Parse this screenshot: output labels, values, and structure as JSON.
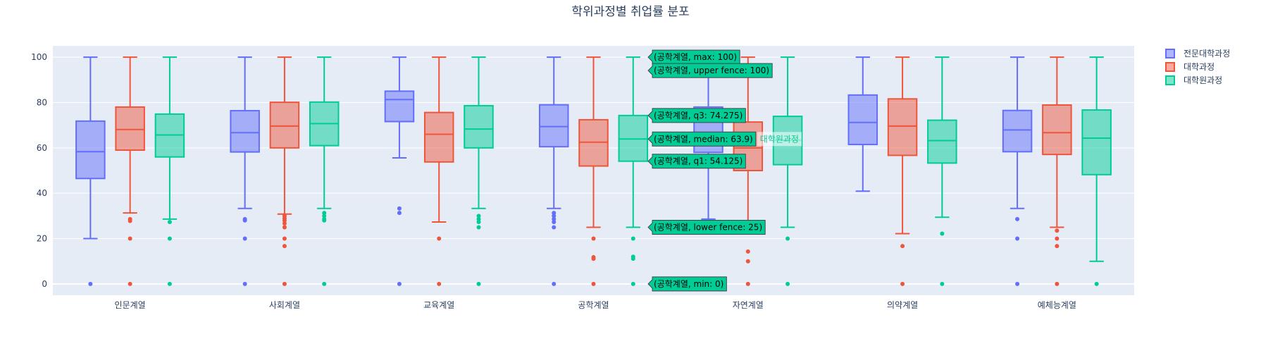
{
  "chart_data": {
    "type": "box",
    "title": "학위과정별 취업률 분포",
    "xlabel": "",
    "ylabel": "",
    "ylim": [
      -5,
      105
    ],
    "yticks": [
      0,
      20,
      40,
      60,
      80,
      100
    ],
    "grid": true,
    "legend_position": "top-right",
    "categories": [
      "인문계열",
      "사회계열",
      "교육계열",
      "공학계열",
      "자연계열",
      "의약계열",
      "예체능계열"
    ],
    "series": [
      {
        "name": "전문대학과정",
        "color": "#636efa",
        "boxes": [
          {
            "min": 20,
            "q1": 46.5,
            "median": 58.3,
            "q3": 71.8,
            "max": 100,
            "outliers": [
              0
            ]
          },
          {
            "min": 33.3,
            "q1": 58.2,
            "median": 66.7,
            "q3": 76.4,
            "max": 100,
            "outliers": [
              28.6,
              28,
              20,
              0
            ]
          },
          {
            "min": 55.6,
            "q1": 71.6,
            "median": 81.3,
            "q3": 85,
            "max": 100,
            "outliers": [
              33.3,
              31.3,
              0
            ]
          },
          {
            "min": 33.3,
            "q1": 60.5,
            "median": 69.4,
            "q3": 79,
            "max": 100,
            "outliers": [
              31.3,
              30,
              28.6,
              27.3,
              25,
              0
            ]
          },
          {
            "min": 28.6,
            "q1": 58,
            "median": 66.7,
            "q3": 78,
            "max": 100,
            "outliers": [
              0
            ]
          },
          {
            "min": 40.9,
            "q1": 61.5,
            "median": 71.2,
            "q3": 83.3,
            "max": 100,
            "outliers": []
          },
          {
            "min": 33.3,
            "q1": 58.3,
            "median": 67.9,
            "q3": 76.5,
            "max": 100,
            "outliers": [
              28.6,
              20,
              0
            ]
          }
        ]
      },
      {
        "name": "대학과정",
        "color": "#ef553b",
        "boxes": [
          {
            "min": 31.3,
            "q1": 59,
            "median": 68.1,
            "q3": 78,
            "max": 100,
            "outliers": [
              28.6,
              27.8,
              20,
              0
            ]
          },
          {
            "min": 30.8,
            "q1": 60,
            "median": 69.6,
            "q3": 80.1,
            "max": 100,
            "outliers": [
              30,
              29,
              28,
              26.7,
              25,
              20,
              16.7,
              0
            ]
          },
          {
            "min": 27.3,
            "q1": 53.8,
            "median": 66,
            "q3": 75.6,
            "max": 100,
            "outliers": [
              20,
              0
            ]
          },
          {
            "min": 25,
            "q1": 52,
            "median": 62.5,
            "q3": 72.4,
            "max": 100,
            "outliers": [
              20,
              11.8,
              11.1,
              0
            ]
          },
          {
            "min": 25,
            "q1": 50,
            "median": 60,
            "q3": 71.4,
            "max": 100,
            "outliers": [
              14.3,
              10,
              0
            ]
          },
          {
            "min": 22.2,
            "q1": 56.7,
            "median": 69.6,
            "q3": 81.6,
            "max": 100,
            "outliers": [
              16.7,
              0
            ]
          },
          {
            "min": 25,
            "q1": 57.1,
            "median": 66.7,
            "q3": 78.9,
            "max": 100,
            "outliers": [
              23.5,
              20,
              16.7,
              0
            ]
          }
        ]
      },
      {
        "name": "대학원과정",
        "color": "#00cc96",
        "boxes": [
          {
            "min": 28.6,
            "q1": 56,
            "median": 65.7,
            "q3": 74.9,
            "max": 100,
            "outliers": [
              27.3,
              20,
              0
            ]
          },
          {
            "min": 33.3,
            "q1": 61,
            "median": 70.7,
            "q3": 80.2,
            "max": 100,
            "outliers": [
              31.3,
              30,
              28.6,
              28,
              0
            ]
          },
          {
            "min": 33.3,
            "q1": 60,
            "median": 68.3,
            "q3": 78.6,
            "max": 100,
            "outliers": [
              30,
              28.6,
              27.3,
              25,
              0
            ]
          },
          {
            "min": 25,
            "q1": 54.125,
            "median": 63.9,
            "q3": 74.275,
            "max": 100,
            "outliers": [
              20,
              12,
              11.1,
              0
            ]
          },
          {
            "min": 25,
            "q1": 52.6,
            "median": 63.4,
            "q3": 73.9,
            "max": 100,
            "outliers": [
              20,
              0
            ]
          },
          {
            "min": 29.4,
            "q1": 53.3,
            "median": 63.2,
            "q3": 72.2,
            "max": 100,
            "outliers": [
              22.2,
              0
            ]
          },
          {
            "min": 10,
            "q1": 48.2,
            "median": 64.3,
            "q3": 76.7,
            "max": 100,
            "outliers": [
              0
            ]
          }
        ]
      }
    ],
    "hover": {
      "category": "공학계열",
      "series": "대학원과정",
      "labels": [
        {
          "text": "(공학계열, max: 100)",
          "value": 100
        },
        {
          "text": "(공학계열, upper fence: 100)",
          "value": 100,
          "offset": 1
        },
        {
          "text": "(공학계열, q3: 74.275)",
          "value": 74.275
        },
        {
          "text": "(공학계열, median: 63.9)",
          "value": 63.9
        },
        {
          "text": "(공학계열, q1: 54.125)",
          "value": 54.125
        },
        {
          "text": "(공학계열, lower fence: 25)",
          "value": 25
        },
        {
          "text": "(공학계열, min: 0)",
          "value": 0
        }
      ],
      "name_label": "대학원과정"
    }
  }
}
